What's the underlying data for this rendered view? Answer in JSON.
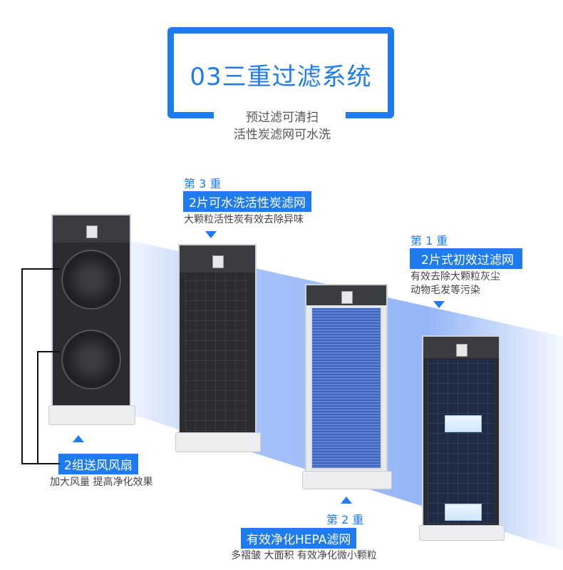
{
  "header": {
    "title": "03三重过滤系统",
    "subtitle_line1": "预过滤可清扫",
    "subtitle_line2": "活性炭滤网可水洗"
  },
  "stage3": {
    "heading": "第 3 重",
    "name": "2片可水洗活性炭滤网",
    "desc": "大颗粒活性炭有效去除异味"
  },
  "stage1": {
    "heading": "第 1 重",
    "name": "2片式初效过滤网",
    "desc_line1": "有效去除大颗粒灰尘",
    "desc_line2": "动物毛发等污染"
  },
  "stage2": {
    "heading": "第 2 重",
    "name": "有效净化HEPA滤网",
    "desc": "多褶皱 大面积 有效净化微小颗粒"
  },
  "fans": {
    "name": "2组送风风扇",
    "desc": "加大风量 提高净化效果"
  },
  "colors": {
    "accent": "#1f7cf0"
  }
}
